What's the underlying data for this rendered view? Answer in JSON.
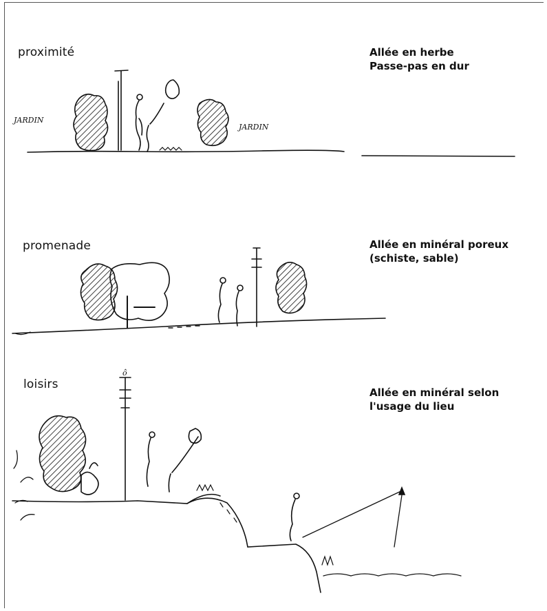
{
  "sections": [
    {
      "title": "proximité",
      "desc": [
        "Allée en herbe",
        "Passe-pas en dur"
      ],
      "jardin": "JARDIN"
    },
    {
      "title": "promenade",
      "desc": [
        "Allée en minéral poreux",
        "(schiste, sable)"
      ]
    },
    {
      "title": "loisirs",
      "desc": [
        "Allée en minéral selon",
        "l'usage du lieu"
      ]
    }
  ]
}
